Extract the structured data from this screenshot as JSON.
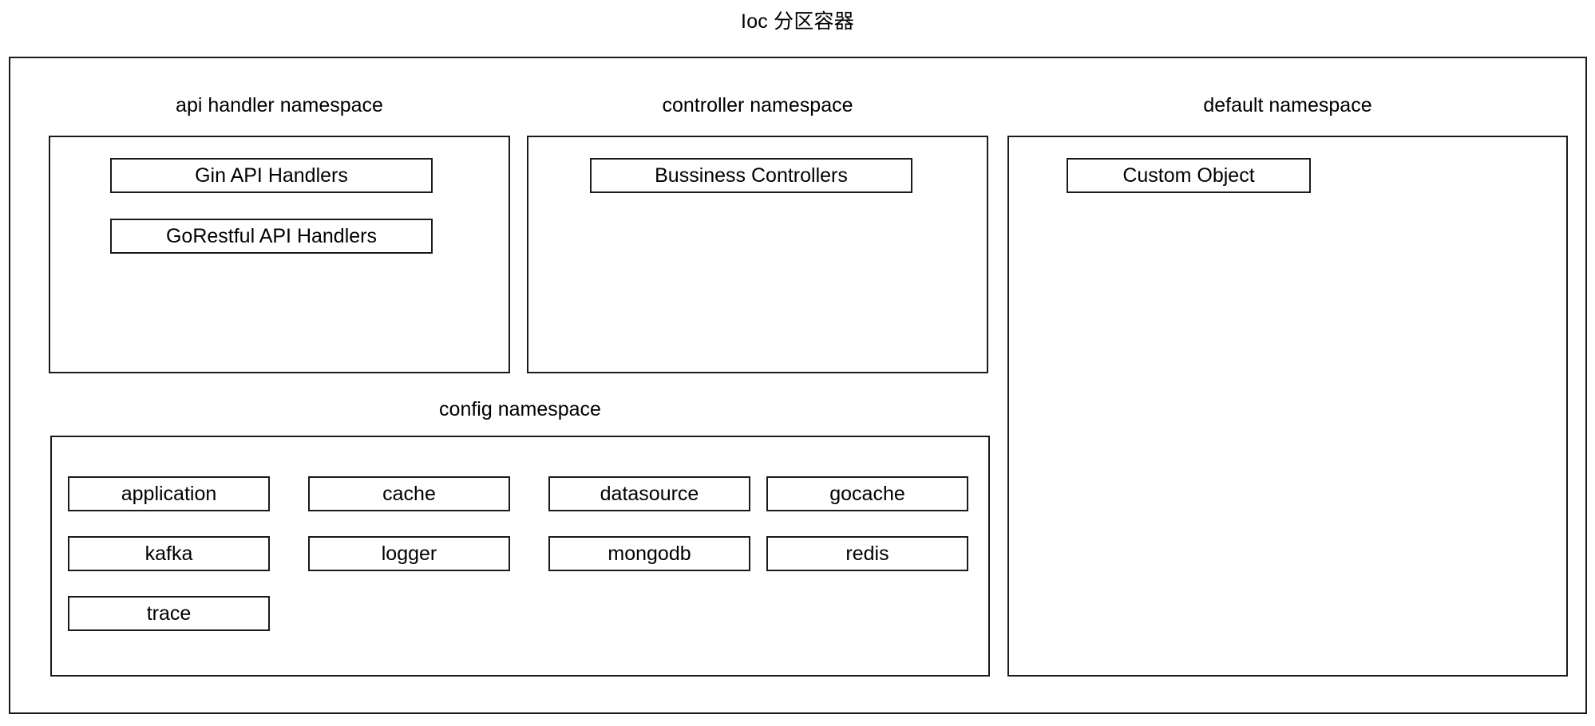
{
  "diagram": {
    "title": "Ioc 分区容器",
    "type": "nested-container-diagram",
    "colors": {
      "background": "#ffffff",
      "border": "#1a1a1a",
      "text": "#000000"
    },
    "outer_container": {
      "name": "Ioc 分区容器"
    },
    "namespaces": [
      {
        "id": "api-handler",
        "label": "api handler namespace",
        "items": [
          {
            "id": "gin-api-handlers",
            "label": "Gin API Handlers"
          },
          {
            "id": "gorestful-api-handlers",
            "label": "GoRestful API Handlers"
          }
        ]
      },
      {
        "id": "controller",
        "label": "controller namespace",
        "items": [
          {
            "id": "bussiness-controllers",
            "label": "Bussiness Controllers"
          }
        ]
      },
      {
        "id": "default",
        "label": "default namespace",
        "items": [
          {
            "id": "custom-object",
            "label": "Custom Object"
          }
        ]
      },
      {
        "id": "config",
        "label": "config namespace",
        "items": [
          {
            "id": "application",
            "label": "application"
          },
          {
            "id": "cache",
            "label": "cache"
          },
          {
            "id": "datasource",
            "label": "datasource"
          },
          {
            "id": "gocache",
            "label": "gocache"
          },
          {
            "id": "kafka",
            "label": "kafka"
          },
          {
            "id": "logger",
            "label": "logger"
          },
          {
            "id": "mongodb",
            "label": "mongodb"
          },
          {
            "id": "redis",
            "label": "redis"
          },
          {
            "id": "trace",
            "label": "trace"
          }
        ]
      }
    ]
  }
}
